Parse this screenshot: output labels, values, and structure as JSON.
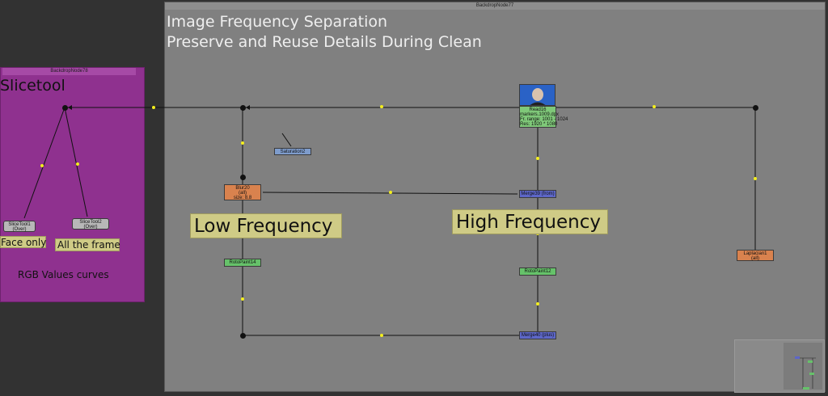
{
  "backdrops": {
    "main_title": "BackdropNode77",
    "side_title": "BackdropNode78"
  },
  "headings": {
    "line1": "Image Frequency Separation",
    "line2": "Preserve and Reuse Details During Clean",
    "slicetool": "Slicetool"
  },
  "stickies": {
    "low": "Low Frequency",
    "high": "High Frequency",
    "face": "Face only",
    "frame": "All the frame",
    "rgb": "RGB Values curves"
  },
  "nodes": {
    "read": {
      "name": "Read16",
      "line2": "markers.1009.dpx",
      "line3": "Fr. range: 1001 - 1024",
      "line4": "Res: 1920 * 1080"
    },
    "saturation": {
      "name": "Saturation2"
    },
    "blur": {
      "name": "Blur20",
      "line2": "(all)",
      "line3": "size: 8.8"
    },
    "merge_from": {
      "name": "Merge39 (from)"
    },
    "merge_plus": {
      "name": "Merge40 (plus)"
    },
    "roto14": {
      "name": "RotoPaint14"
    },
    "roto12": {
      "name": "RotoPaint12"
    },
    "laplacian": {
      "name": "Laplacian1",
      "line2": "(all)"
    },
    "slice1": {
      "name": "SliceTool1",
      "line2": "(Over)"
    },
    "slice2": {
      "name": "SliceTool2",
      "line2": "(Over)"
    }
  },
  "colors": {
    "graph_bg": "#808080",
    "side_backdrop": "#8f318f",
    "sticky": "#cfcb86",
    "wire": "#111111",
    "wire_dot": "#f4ef1c"
  }
}
